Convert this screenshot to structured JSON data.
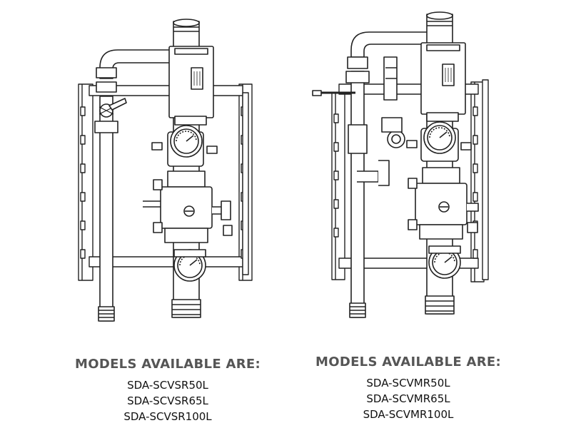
{
  "left": {
    "title": "MODELS AVAILABLE ARE:",
    "models": [
      "SDA-SCVSR50L",
      "SDA-SCVSR65L",
      "SDA-SCVSR100L"
    ]
  },
  "right": {
    "title": "MODELS AVAILABLE ARE:",
    "models": [
      "SDA-SCVMR50L",
      "SDA-SCVMR65L",
      "SDA-SCVMR100L"
    ]
  }
}
